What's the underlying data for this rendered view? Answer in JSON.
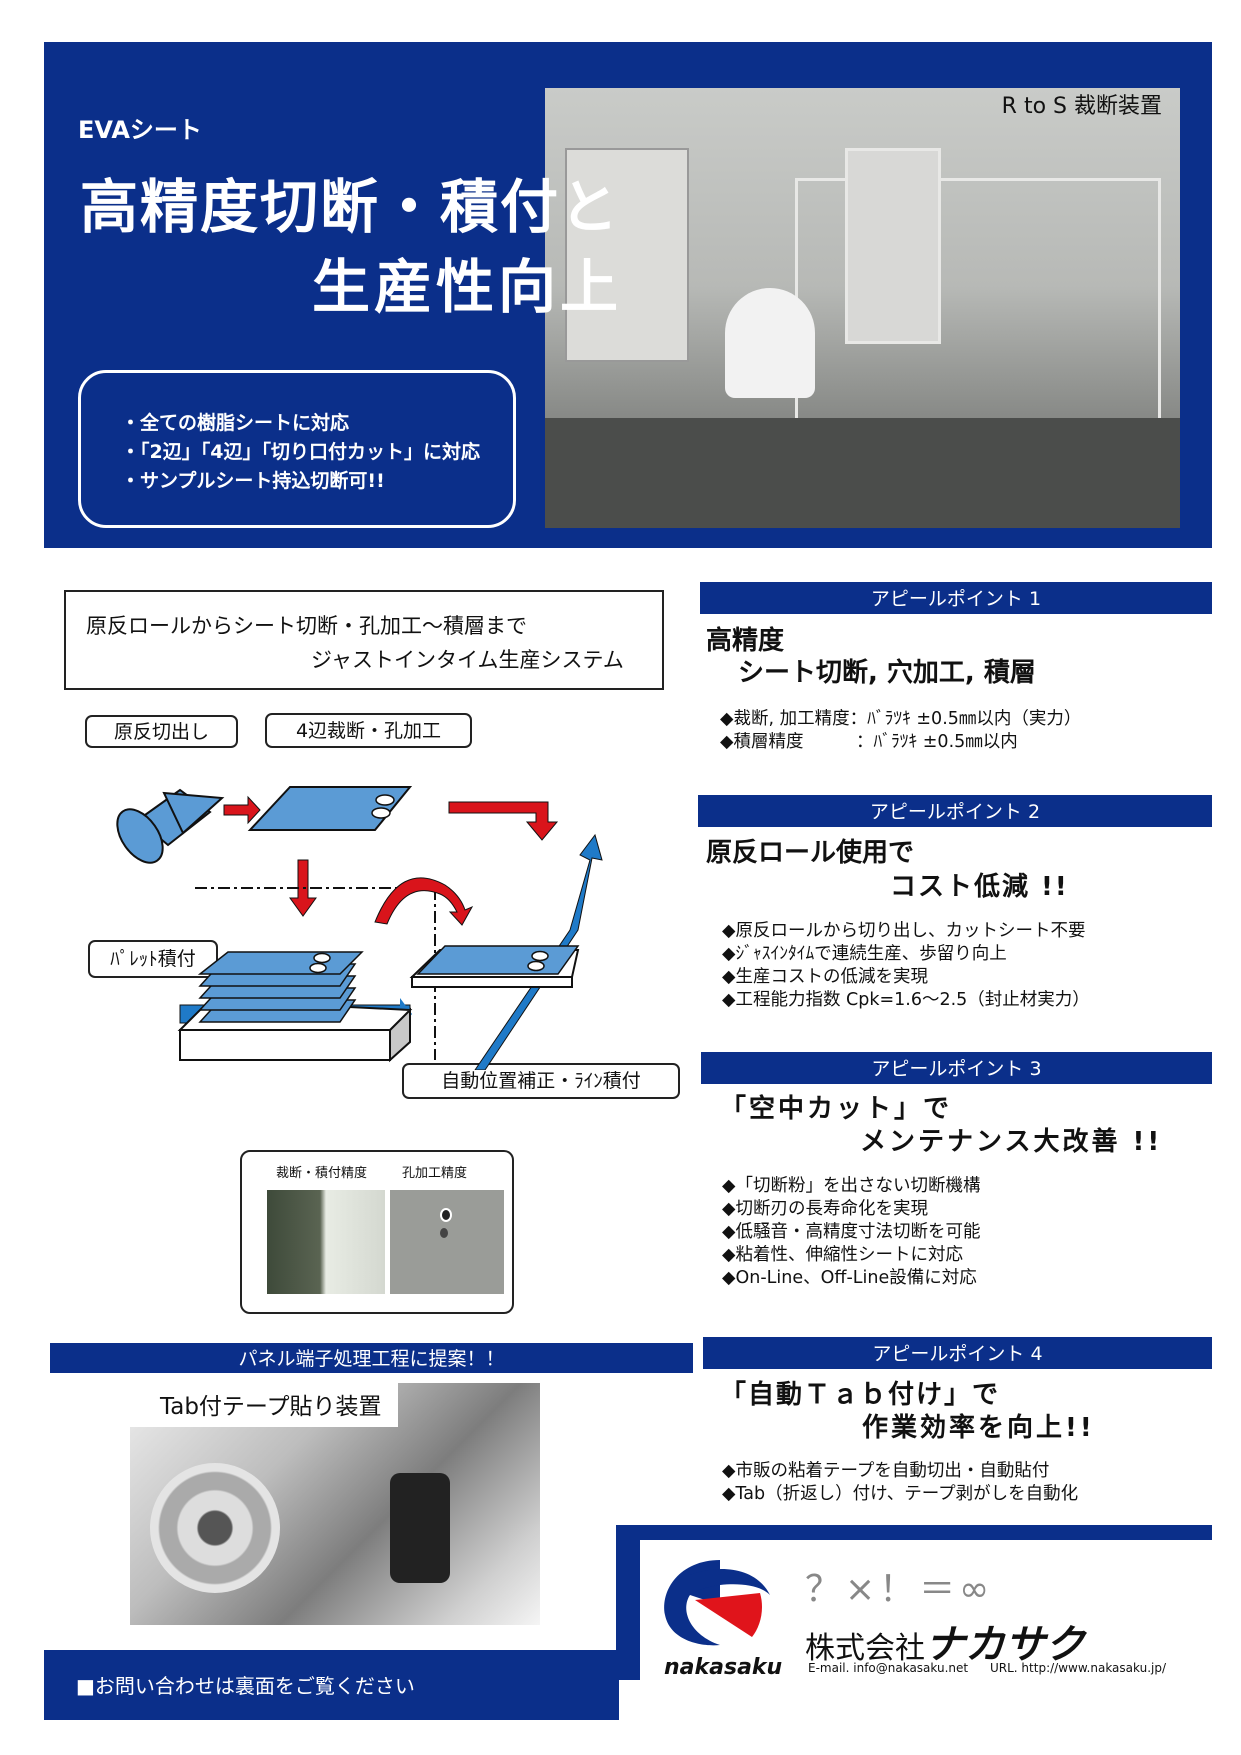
{
  "hero": {
    "photo_caption": "R to S 裁断装置",
    "subtitle": "EVAシート",
    "title_line1": "高精度切断・積付と",
    "title_line2": "生産性向上",
    "features": [
      "・全ての樹脂シートに対応",
      "・「2辺」「4辺」「切り口付カット」に対応",
      "・サンプルシート持込切断可!!"
    ]
  },
  "system": {
    "line1": "原反ロールからシート切断・孔加工～積層まで",
    "line2": "ジャストインタイム生産システム"
  },
  "diagram": {
    "label_unwind": "原反切出し",
    "label_cut": "4辺裁断・孔加工",
    "label_pallet": "ﾊﾟﾚｯﾄ積付",
    "label_auto": "自動位置補正・ﾗｲﾝ積付",
    "sample_left_label": "裁断・積付精度",
    "sample_right_label": "孔加工精度",
    "colors": {
      "sheet": "#5b9bd5",
      "arrow_red": "#d9141b",
      "arrow_blue": "#1f7ac8"
    }
  },
  "appeal": [
    {
      "bar": "アピールポイント 1",
      "head1": "高精度",
      "head2": "シート切断, 穴加工, 積層",
      "bullets": [
        "◆裁断, 加工精度：ﾊﾞﾗﾂｷ ±0.5㎜以内（実力）",
        "◆積層精度　　　：ﾊﾞﾗﾂｷ ±0.5㎜以内"
      ]
    },
    {
      "bar": "アピールポイント 2",
      "head1": "原反ロール使用で",
      "head2": "コスト低減 !!",
      "bullets": [
        "◆原反ロールから切り出し、カットシート不要",
        "◆ｼﾞｬｽｲﾝﾀｲﾑで連続生産、歩留り向上",
        "◆生産コストの低減を実現",
        "◆工程能力指数 Cpk=1.6～2.5（封止材実力）"
      ]
    },
    {
      "bar": "アピールポイント 3",
      "head1": "「空中カット」で",
      "head2": "メンテナンス大改善 !!",
      "bullets": [
        "◆「切断粉」を出さない切断機構",
        "◆切断刃の長寿命化を実現",
        "◆低騒音・高精度寸法切断を可能",
        "◆粘着性、伸縮性シートに対応",
        "◆On-Line、Off-Line設備に対応"
      ]
    },
    {
      "bar": "アピールポイント 4",
      "head1": "「自動Ｔａｂ付け」で",
      "head2": "作業効率を向上!!",
      "bullets": [
        "◆市販の粘着テープを自動切出・自動貼付",
        "◆Tab（折返し）付け、テープ剥がしを自動化"
      ]
    }
  ],
  "proposal": {
    "bar": "パネル端子処理工程に提案！！",
    "photo_label": "Tab付テープ貼り装置"
  },
  "company": {
    "slogan": "？×！＝∞",
    "name_prefix": "株式会社",
    "name": "ナカサク",
    "logo_text": "nakasaku",
    "email": "E-mail. info@nakasaku.net",
    "url": "URL. http://www.nakasaku.jp/",
    "brand_navy": "#0b2f8a",
    "brand_red": "#e0141b"
  },
  "footer": {
    "contact": "■お問い合わせは裏面をご覧ください"
  }
}
